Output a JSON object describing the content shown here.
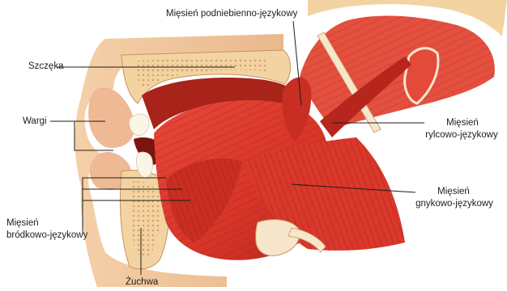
{
  "labels": {
    "maxilla": "Szczęka",
    "lips": "Wargi",
    "genioglossus_line1": "Mięsień",
    "genioglossus_line2": "bródkowo-językowy",
    "mandible": "Żuchwa",
    "palatoglossus": "Mięsień podniebienno-językowy",
    "styloglossus_line1": "Mięsień",
    "styloglossus_line2": "rylcowo-językowy",
    "hyoglossus_line1": "Mięsień",
    "hyoglossus_line2": "gnykowo-językowy"
  },
  "colors": {
    "muscle": "#d9382b",
    "muscle_dark": "#9e1f17",
    "bone": "#f3d3a2",
    "bone_spongy": "#d9aa6b",
    "skin": "#f2c89e",
    "tooth": "#fbf5e8",
    "mouth_cavity": "#7a1410",
    "leader_line": "#1d1d1b"
  }
}
